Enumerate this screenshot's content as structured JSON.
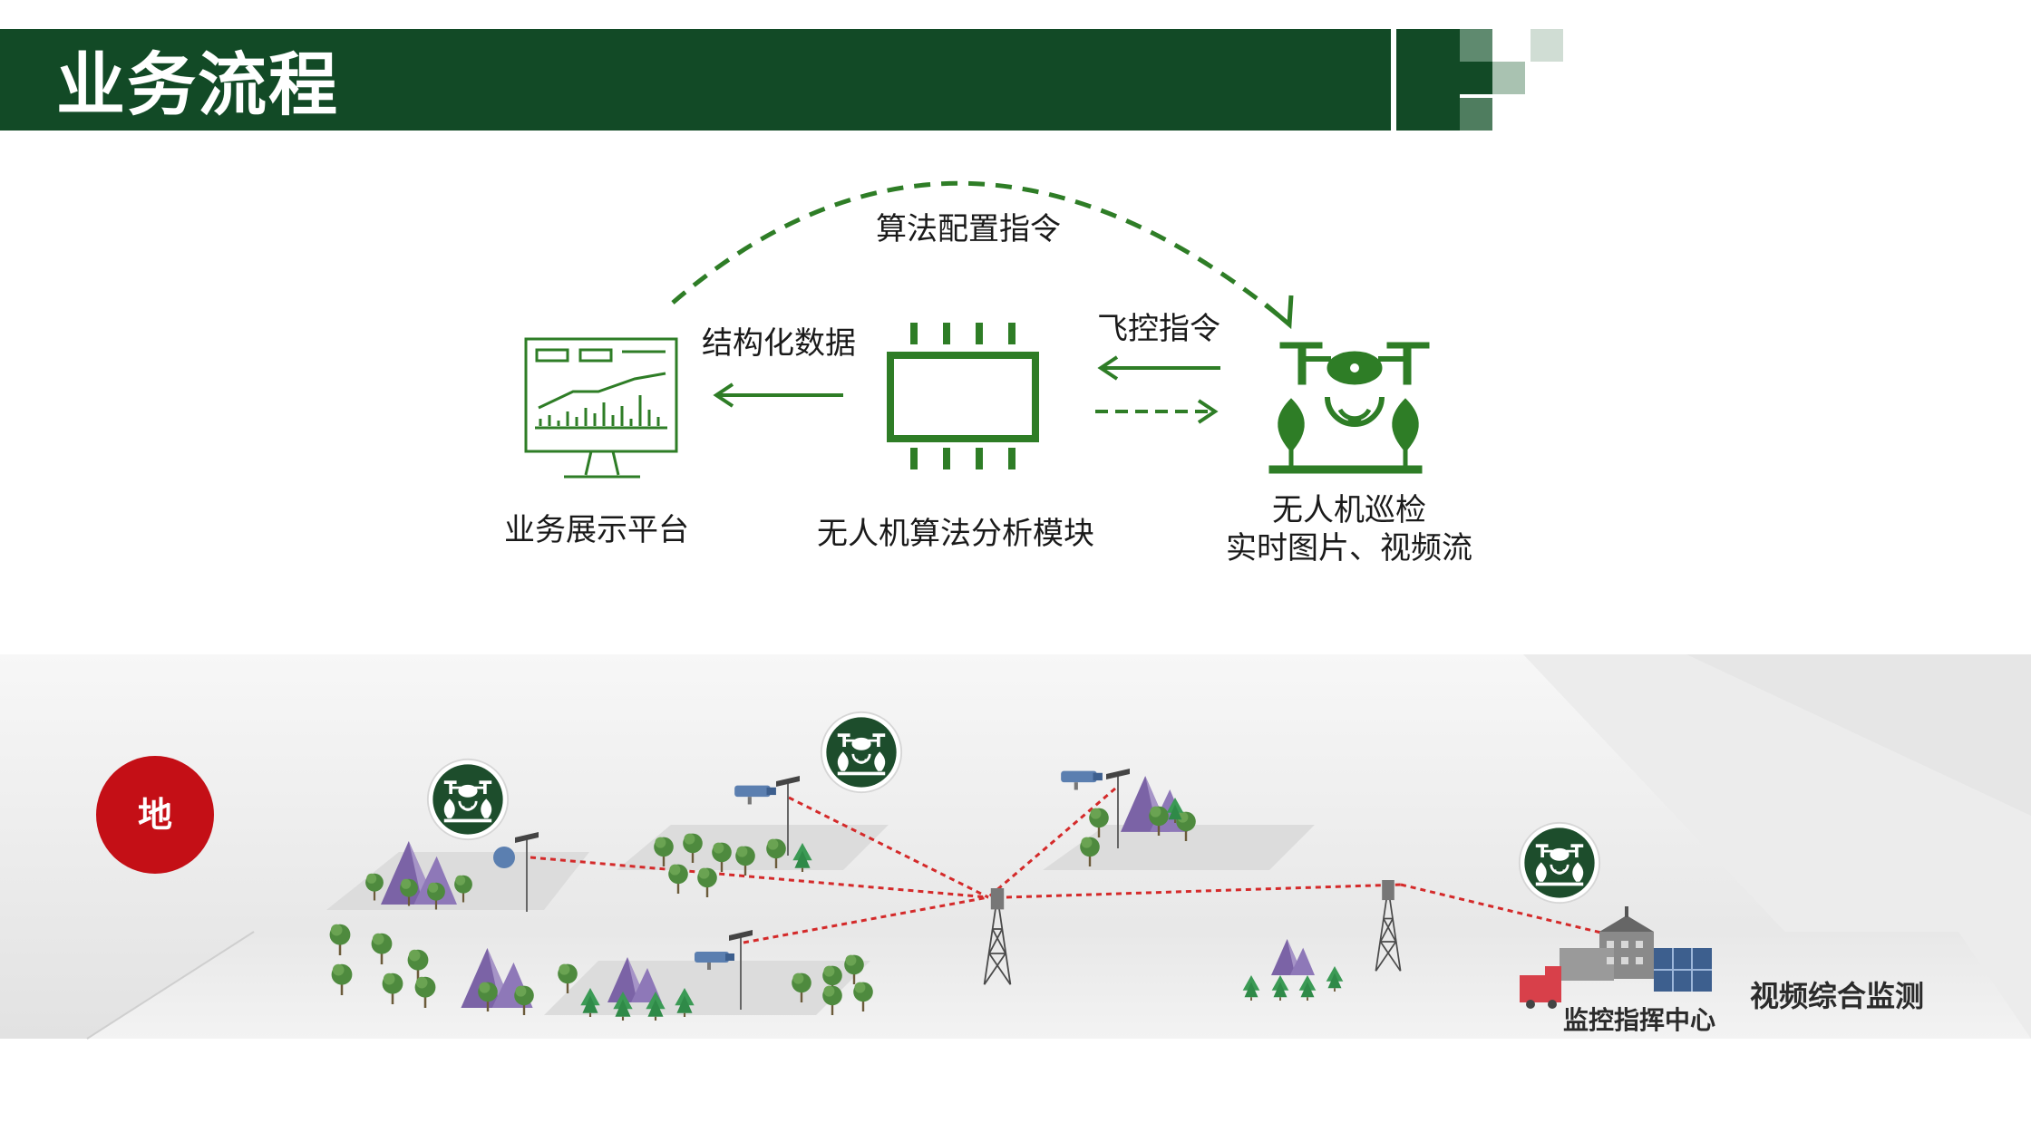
{
  "header": {
    "title": "业务流程"
  },
  "flow": {
    "top_arrow_label": "算法配置指令",
    "structured_data_label": "结构化数据",
    "flight_control_label": "飞控指令",
    "platform_label": "业务展示平台",
    "module_label": "无人机算法分析模块",
    "drone_label_line1": "无人机巡检",
    "drone_label_line2": "实时图片、视频流"
  },
  "scene": {
    "legend_badge": "地",
    "command_center_label": "监控指挥中心",
    "video_monitoring_label": "视频综合监测"
  },
  "colors": {
    "header_green": "#124a26",
    "icon_green": "#2e7d26",
    "badge_green": "#1d4d2c",
    "link_red": "#d42a2a",
    "legend_red": "#c40f16"
  },
  "icons": [
    "monitor-chart-icon",
    "chip-icon",
    "drone-inspection-icon",
    "drone-badge-icon",
    "camera-icon",
    "tower-icon",
    "tree-icon",
    "mountain-icon",
    "building-icon",
    "fire-truck-icon"
  ]
}
